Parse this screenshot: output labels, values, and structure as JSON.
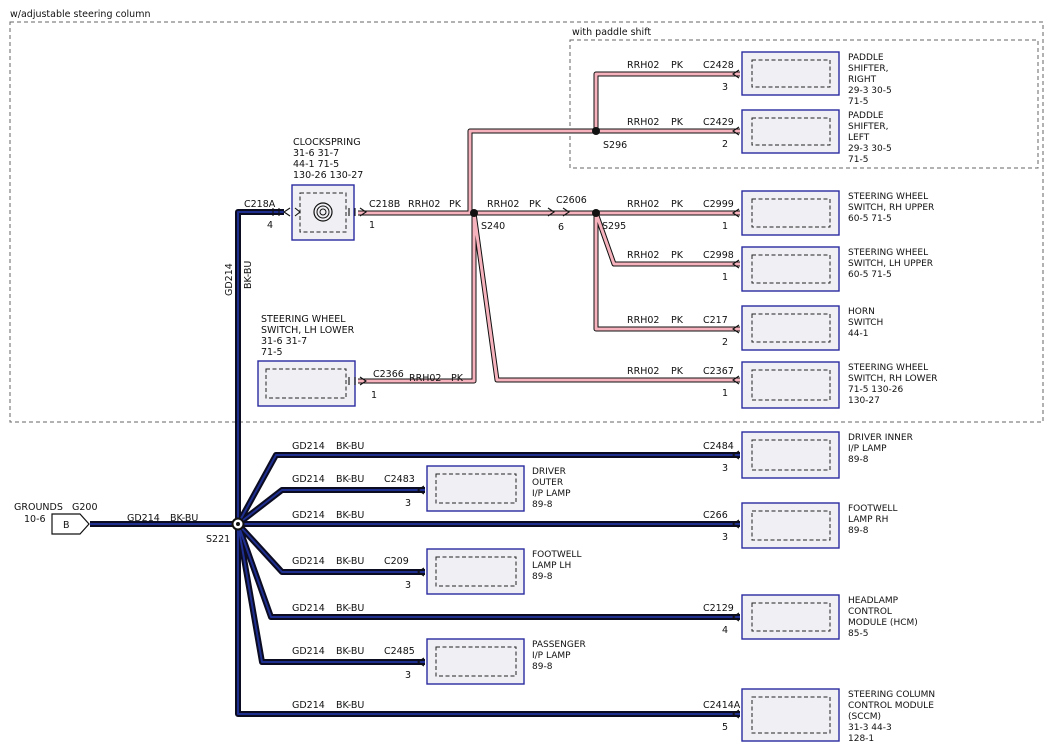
{
  "groups": {
    "adjustable": "w/adjustable steering column",
    "paddle": "with paddle shift"
  },
  "ground": {
    "title": "GROUNDS",
    "location": "G200",
    "ref": "10-6",
    "pin": "B",
    "wire_circuit": "GD214",
    "wire_color": "BK-BU",
    "splice": "S221"
  },
  "main_ground": {
    "connector": "C218A",
    "pin": "4",
    "circuit": "GD214",
    "color": "BK-BU"
  },
  "clockspring": {
    "title": "CLOCKSPRING",
    "refs": [
      "31-6   31-7",
      "44-1   71-5",
      "130-26  130-27"
    ],
    "connector": "C218B",
    "pin": "1",
    "circuit": "RRH02",
    "color": "PK"
  },
  "splices": {
    "s240": "S240",
    "s295": "S295",
    "s296": "S296"
  },
  "inline_connector": {
    "name": "C2606",
    "pin": "6",
    "circuit": "RRH02",
    "color": "PK"
  },
  "lh_lower": {
    "title": [
      "STEERING WHEEL",
      "SWITCH, LH LOWER"
    ],
    "refs": [
      "31-6   31-7",
      "71-5"
    ],
    "connector": "C2366",
    "pin": "1",
    "circuit": "RRH02",
    "color": "PK"
  },
  "signal_components": [
    {
      "connector": "C2428",
      "pin": "3",
      "circuit": "RRH02",
      "color": "PK",
      "title": [
        "PADDLE",
        "SHIFTER,",
        "RIGHT"
      ],
      "refs": [
        "29-3   30-5",
        "71-5"
      ]
    },
    {
      "connector": "C2429",
      "pin": "2",
      "circuit": "RRH02",
      "color": "PK",
      "title": [
        "PADDLE",
        "SHIFTER,",
        "LEFT"
      ],
      "refs": [
        "29-3   30-5",
        "71-5"
      ]
    },
    {
      "connector": "C2999",
      "pin": "1",
      "circuit": "RRH02",
      "color": "PK",
      "title": [
        "STEERING WHEEL",
        "SWITCH, RH UPPER"
      ],
      "refs": [
        "60-5   71-5"
      ]
    },
    {
      "connector": "C2998",
      "pin": "1",
      "circuit": "RRH02",
      "color": "PK",
      "title": [
        "STEERING WHEEL",
        "SWITCH, LH UPPER"
      ],
      "refs": [
        "60-5   71-5"
      ]
    },
    {
      "connector": "C217",
      "pin": "2",
      "circuit": "RRH02",
      "color": "PK",
      "title": [
        "HORN",
        "SWITCH"
      ],
      "refs": [
        "44-1"
      ]
    },
    {
      "connector": "C2367",
      "pin": "1",
      "circuit": "RRH02",
      "color": "PK",
      "title": [
        "STEERING WHEEL",
        "SWITCH, RH LOWER"
      ],
      "refs": [
        "71-5   130-26",
        "130-27"
      ]
    }
  ],
  "ground_components_right": [
    {
      "connector": "C2484",
      "pin": "3",
      "circuit": "GD214",
      "color": "BK-BU",
      "title": [
        "DRIVER INNER",
        "I/P LAMP"
      ],
      "refs": [
        "89-8"
      ]
    },
    {
      "connector": "C266",
      "pin": "3",
      "circuit": "GD214",
      "color": "BK-BU",
      "title": [
        "FOOTWELL",
        "LAMP RH"
      ],
      "refs": [
        "89-8"
      ]
    },
    {
      "connector": "C2129",
      "pin": "4",
      "circuit": "GD214",
      "color": "BK-BU",
      "title": [
        "HEADLAMP",
        "CONTROL",
        "MODULE (HCM)"
      ],
      "refs": [
        "85-5"
      ]
    },
    {
      "connector": "C2414A",
      "pin": "5",
      "circuit": "GD214",
      "color": "BK-BU",
      "title": [
        "STEERING COLUMN",
        "CONTROL MODULE",
        "(SCCM)"
      ],
      "refs": [
        "31-3   44-3",
        "128-1"
      ]
    }
  ],
  "ground_components_mid": [
    {
      "connector": "C2483",
      "pin": "3",
      "circuit": "GD214",
      "color": "BK-BU",
      "title": [
        "DRIVER",
        "OUTER",
        "I/P LAMP"
      ],
      "refs": [
        "89-8"
      ]
    },
    {
      "connector": "C209",
      "pin": "3",
      "circuit": "GD214",
      "color": "BK-BU",
      "title": [
        "FOOTWELL",
        "LAMP LH"
      ],
      "refs": [
        "89-8"
      ]
    },
    {
      "connector": "C2485",
      "pin": "3",
      "circuit": "GD214",
      "color": "BK-BU",
      "title": [
        "PASSENGER",
        "I/P LAMP"
      ],
      "refs": [
        "89-8"
      ]
    }
  ]
}
